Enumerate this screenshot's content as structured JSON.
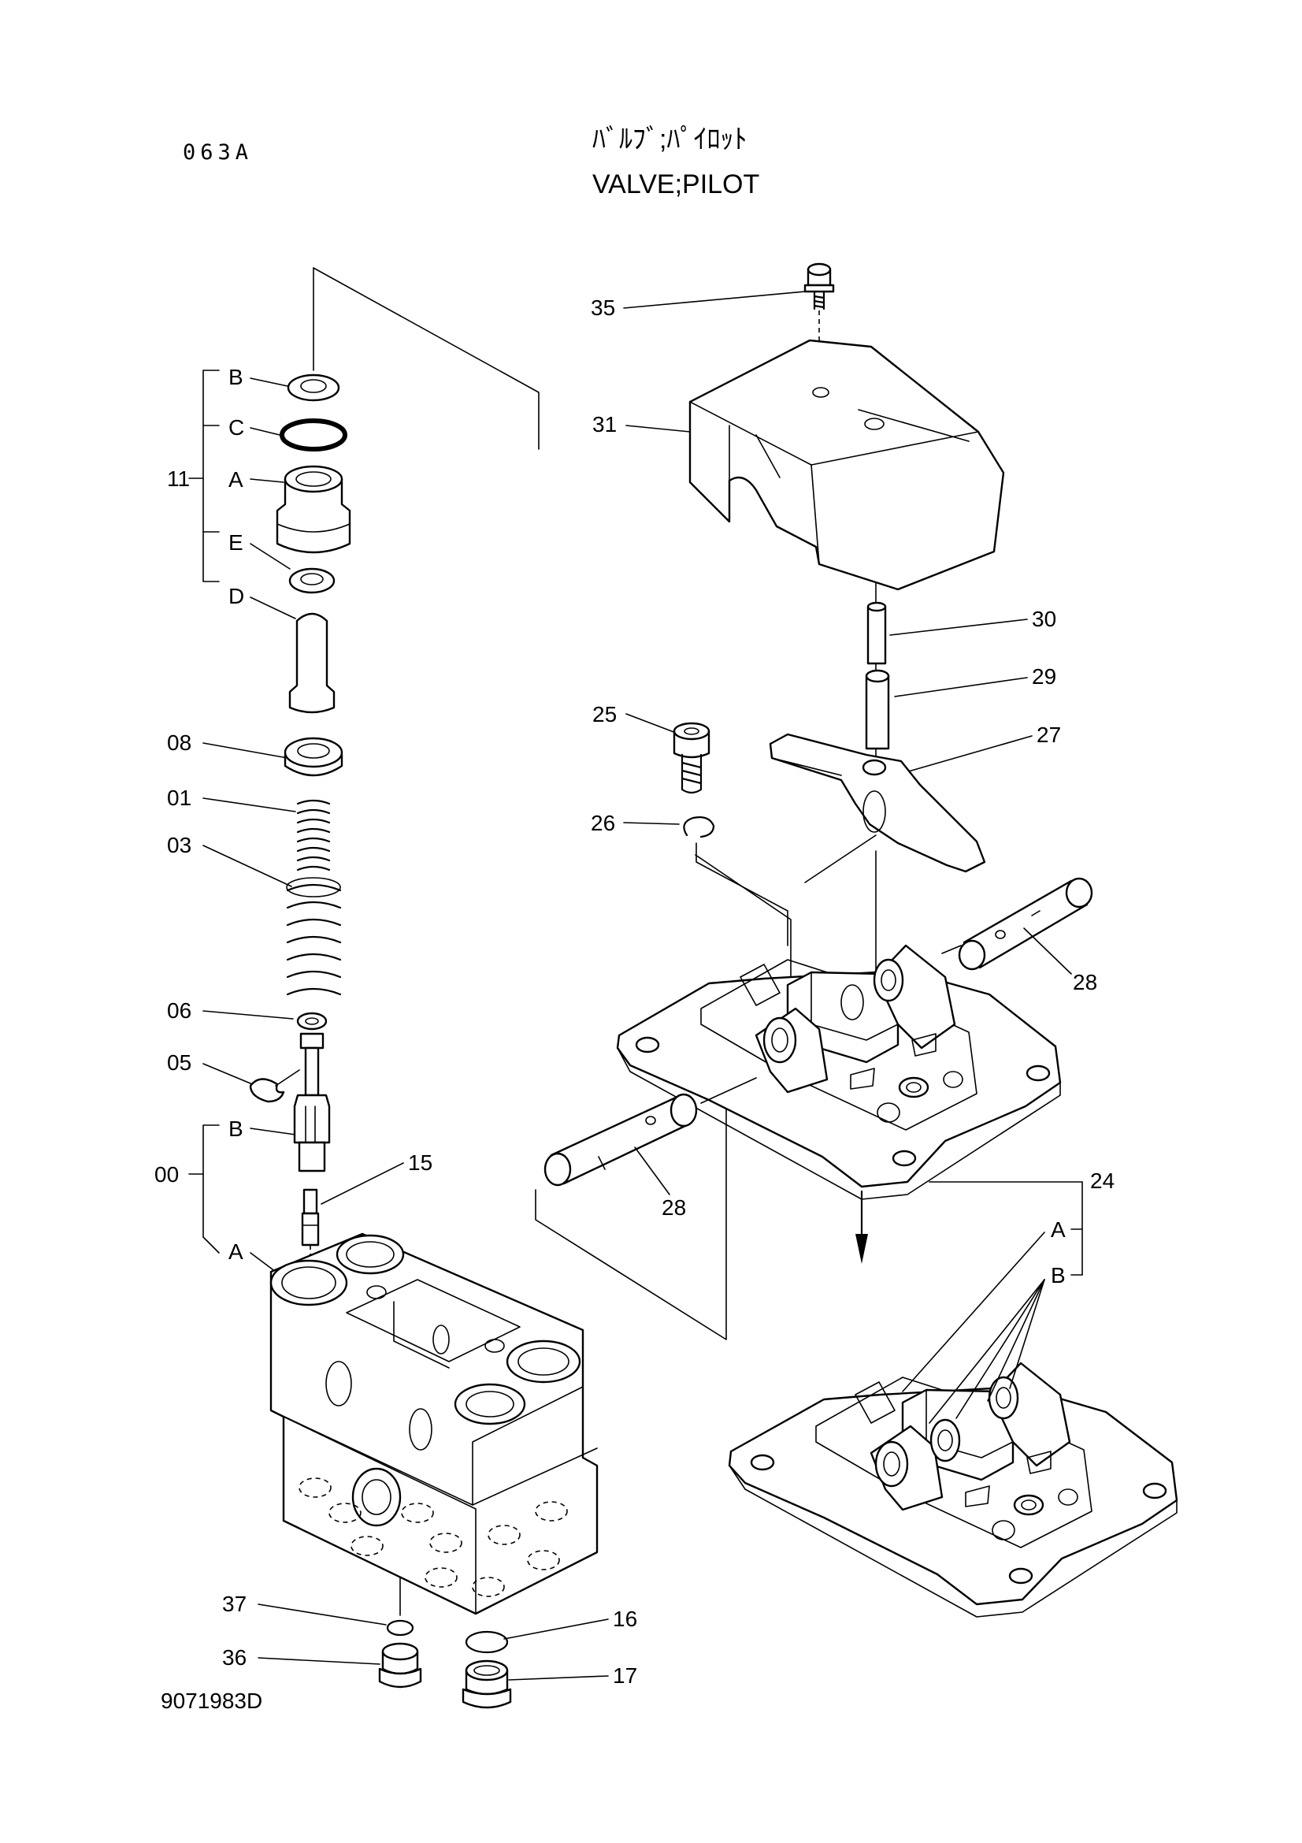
{
  "header": {
    "page_code": "063A",
    "title_jp": "ﾊﾞﾙﾌﾞ;ﾊﾟｲﾛｯﾄ",
    "title_en": "VALVE;PILOT"
  },
  "footer": {
    "drawing_number": "9071983D"
  },
  "callouts": {
    "c35": "35",
    "c31": "31",
    "c30": "30",
    "c29": "29",
    "c27": "27",
    "c25": "25",
    "c26": "26",
    "c28a": "28",
    "c28b": "28",
    "c24": "24",
    "c24A": "A",
    "c24B": "B",
    "c11": "11",
    "c11B": "B",
    "c11C": "C",
    "c11A": "A",
    "c11E": "E",
    "c11D": "D",
    "c08": "08",
    "c01": "01",
    "c03": "03",
    "c06": "06",
    "c05": "05",
    "c00": "00",
    "c00B": "B",
    "c00A": "A",
    "c15": "15",
    "c37": "37",
    "c36": "36",
    "c16": "16",
    "c17": "17"
  }
}
